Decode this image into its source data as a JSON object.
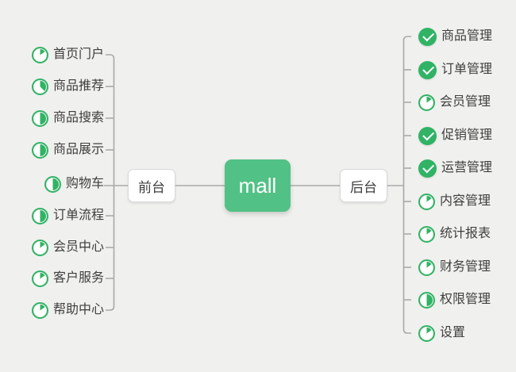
{
  "root": {
    "label": "mall"
  },
  "branches": {
    "front": {
      "label": "前台",
      "items": [
        {
          "label": "首页门户",
          "icon": "pie-1-8",
          "progress": "1/8"
        },
        {
          "label": "商品推荐",
          "icon": "pie-3-8",
          "progress": "3/8"
        },
        {
          "label": "商品搜索",
          "icon": "pie-1-2",
          "progress": "1/2"
        },
        {
          "label": "商品展示",
          "icon": "pie-1-2",
          "progress": "1/2"
        },
        {
          "label": "购物车",
          "icon": "pie-1-2",
          "progress": "1/2"
        },
        {
          "label": "订单流程",
          "icon": "pie-1-2",
          "progress": "1/2"
        },
        {
          "label": "会员中心",
          "icon": "pie-1-8",
          "progress": "1/8"
        },
        {
          "label": "客户服务",
          "icon": "pie-1-8",
          "progress": "1/8"
        },
        {
          "label": "帮助中心",
          "icon": "pie-1-8",
          "progress": "1/8"
        }
      ]
    },
    "back": {
      "label": "后台",
      "items": [
        {
          "label": "商品管理",
          "icon": "check",
          "progress": "done"
        },
        {
          "label": "订单管理",
          "icon": "check",
          "progress": "done"
        },
        {
          "label": "会员管理",
          "icon": "pie-1-8",
          "progress": "1/8"
        },
        {
          "label": "促销管理",
          "icon": "check",
          "progress": "done"
        },
        {
          "label": "运营管理",
          "icon": "check",
          "progress": "done"
        },
        {
          "label": "内容管理",
          "icon": "pie-1-8",
          "progress": "1/8"
        },
        {
          "label": "统计报表",
          "icon": "pie-1-8",
          "progress": "1/8"
        },
        {
          "label": "财务管理",
          "icon": "pie-1-8",
          "progress": "1/8"
        },
        {
          "label": "权限管理",
          "icon": "pie-1-2",
          "progress": "1/2"
        },
        {
          "label": "设置",
          "icon": "pie-1-8",
          "progress": "1/8"
        }
      ]
    }
  },
  "colors": {
    "node_green": "#52c185",
    "icon_green": "#30b365",
    "line_gray": "#a9a9a9",
    "background": "#f0f0ee"
  }
}
